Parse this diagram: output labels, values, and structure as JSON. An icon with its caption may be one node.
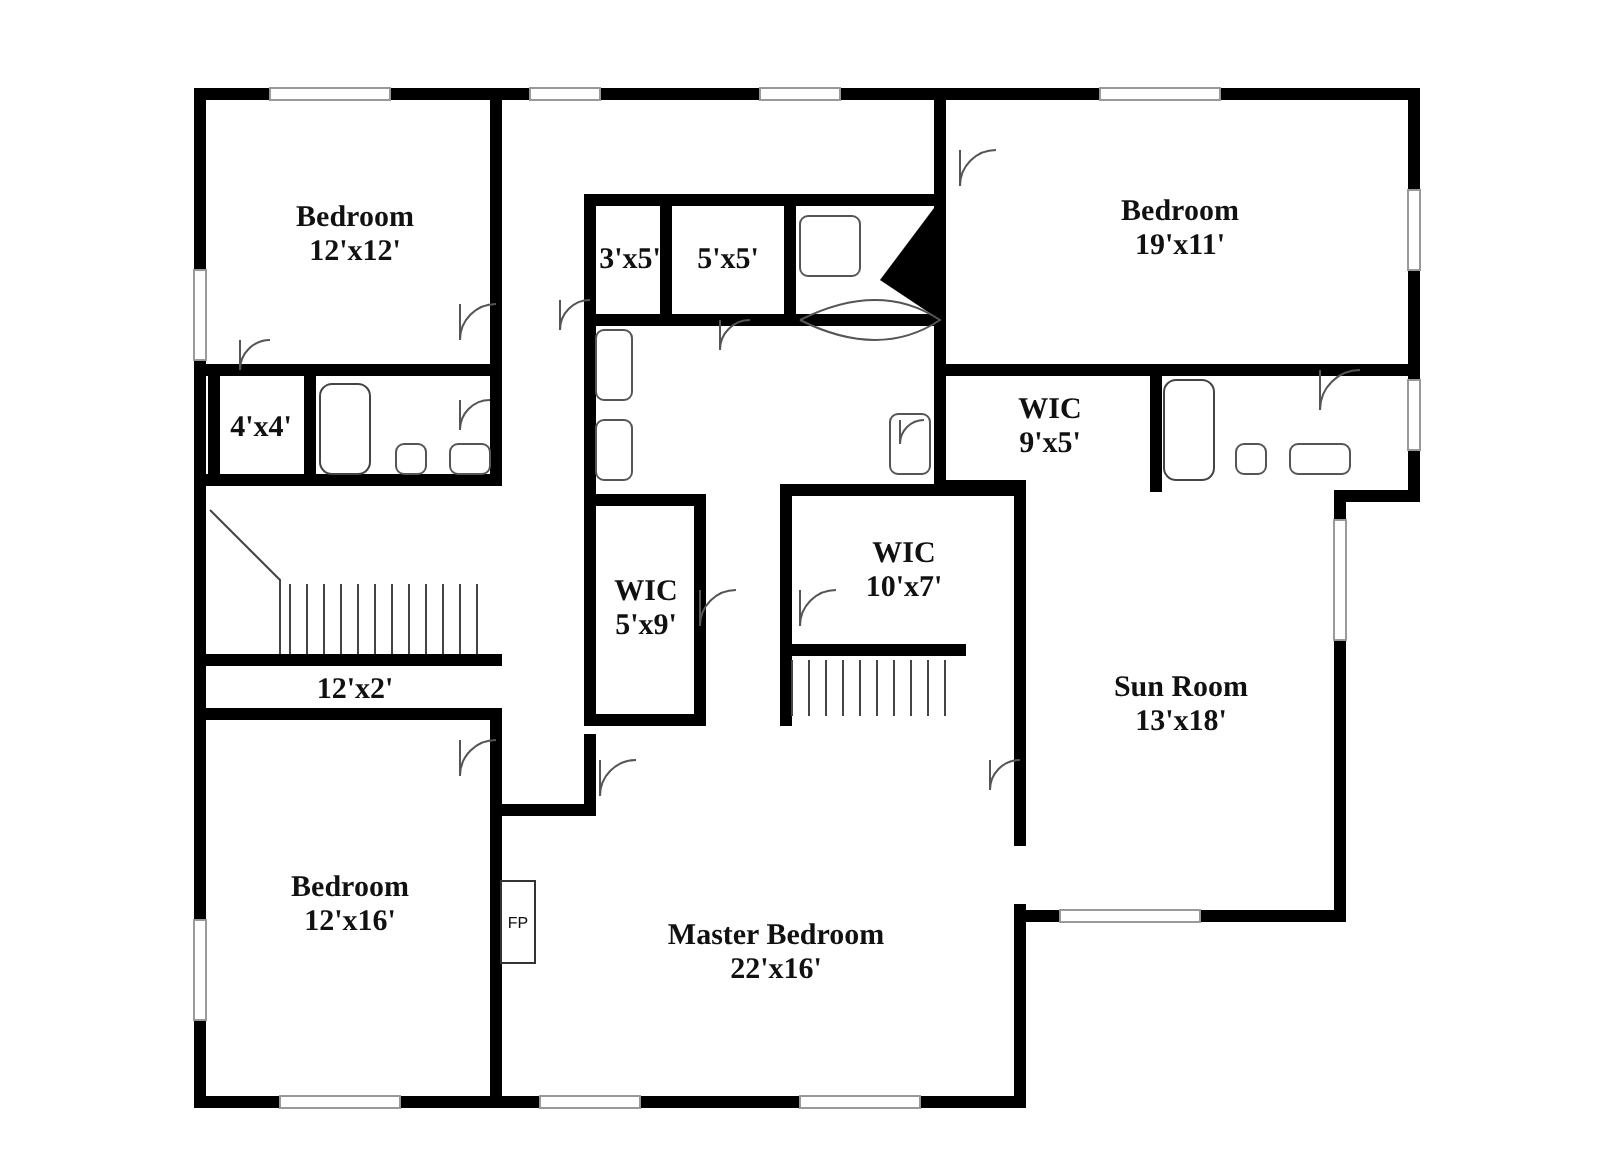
{
  "diagram": {
    "nodes": [
      {
        "text": [
          "Bedroom",
          "12'x12'"
        ]
      },
      {
        "text": [
          "4'x4'"
        ]
      },
      {
        "text": [
          "3'x5'"
        ]
      },
      {
        "text": [
          "5'x5'"
        ]
      },
      {
        "text": [
          "Bedroom",
          "19'x11'"
        ]
      },
      {
        "text": [
          "WIC",
          "9'x5'"
        ]
      },
      {
        "text": [
          "WIC",
          "5'x9'"
        ]
      },
      {
        "text": [
          "WIC",
          "10'x7'"
        ]
      },
      {
        "text": [
          "12'x2'"
        ]
      },
      {
        "text": [
          "Sun Room",
          "13'x18'"
        ]
      },
      {
        "text": [
          "Bedroom",
          "12'x16'"
        ]
      },
      {
        "text": [
          "FP"
        ]
      },
      {
        "text": [
          "Master Bedroom",
          "22'x16'"
        ]
      }
    ]
  }
}
